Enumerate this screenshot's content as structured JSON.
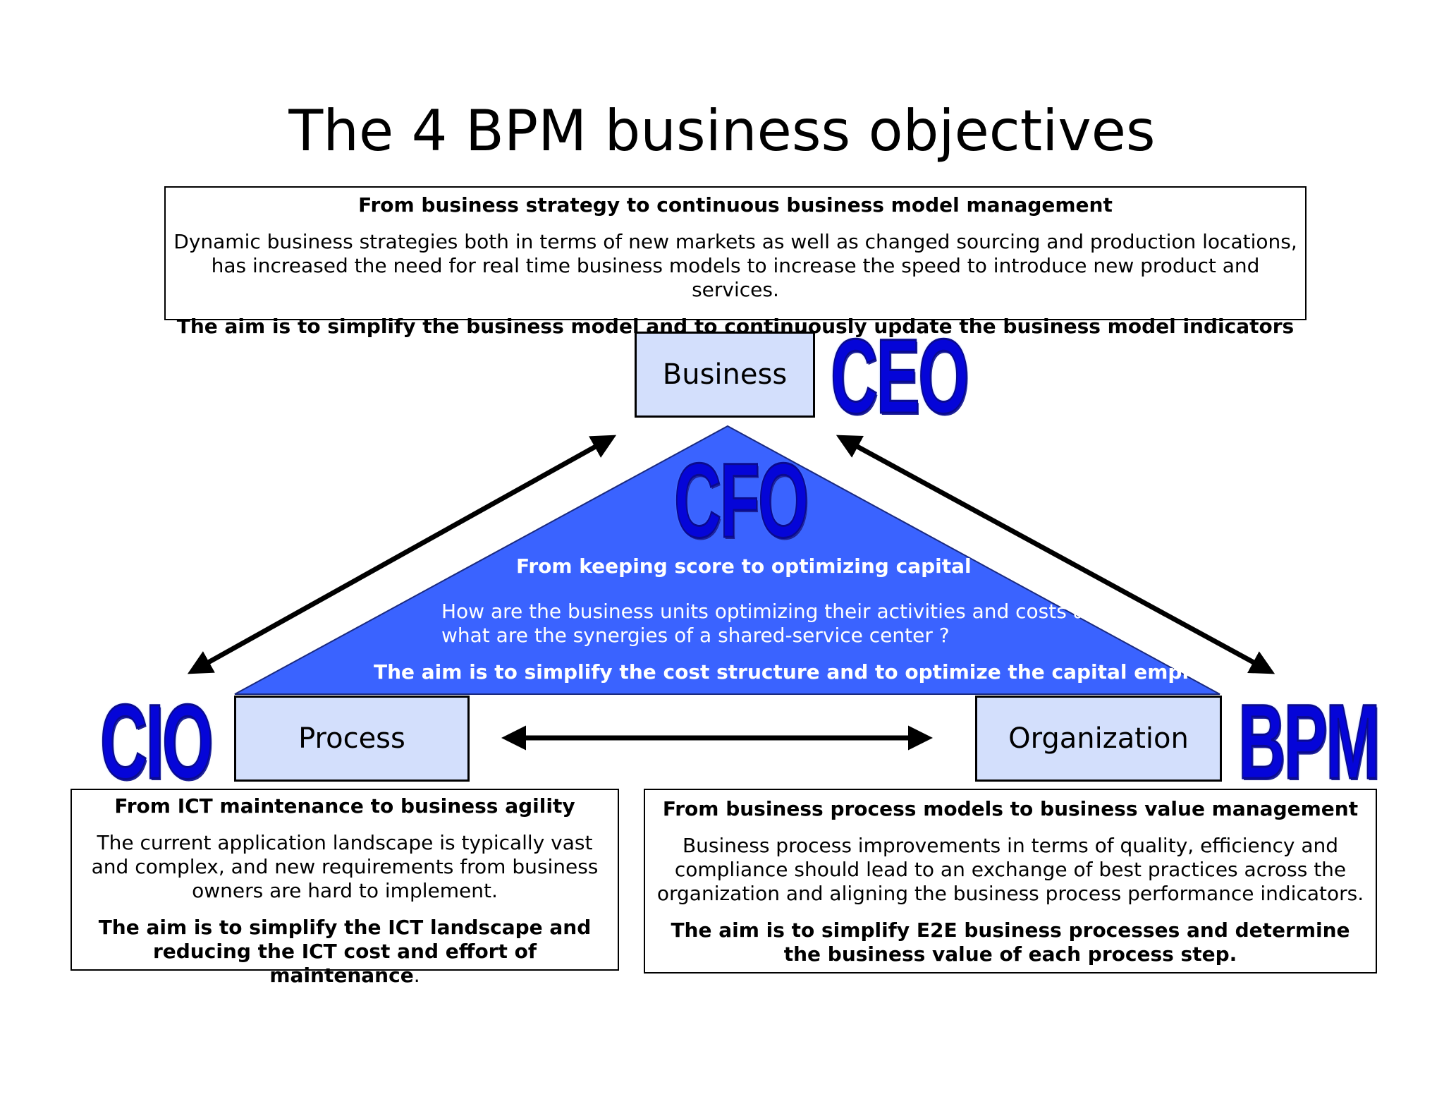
{
  "title": "The 4 BPM business objectives",
  "colors": {
    "triangle": "#3a63ff",
    "node_fill": "#d3dffc",
    "role_text": "#0505d8",
    "arrow": "#000000"
  },
  "top_box": {
    "heading": "From business strategy to continuous business model management",
    "body": "Dynamic business strategies both in terms of new markets as well as changed sourcing and production locations, has increased the need for real time business models to increase the speed to introduce new product and services.",
    "aim": "The aim is to simplify the business model and to continuously update the business model indicators"
  },
  "nodes": {
    "business": "Business",
    "process": "Process",
    "organization": "Organization"
  },
  "roles": {
    "ceo": "CEO",
    "cfo": "CFO",
    "cio": "CIO",
    "bpm": "BPM"
  },
  "triangle": {
    "heading": "From keeping score to optimizing capital",
    "body_line1": "How are the business units optimizing their activities and costs and",
    "body_line2": "what are the synergies of a shared-service center ?",
    "aim": "The aim is to simplify the cost structure and to optimize the capital employed"
  },
  "left_box": {
    "heading": "From ICT maintenance to business agility",
    "body": "The current application landscape is typically vast and complex, and new requirements from business owners are hard to implement.",
    "aim": "The aim is to simplify the ICT landscape and reducing the ICT cost and effort of maintenance",
    "aim_suffix": "."
  },
  "right_box": {
    "heading": "From business process models to business value management",
    "body": "Business process improvements in terms of quality, efficiency and compliance should lead to an exchange of best practices across the organization and aligning the business process performance indicators.",
    "aim": "The aim is to simplify E2E business processes and determine the business value of each process step."
  }
}
